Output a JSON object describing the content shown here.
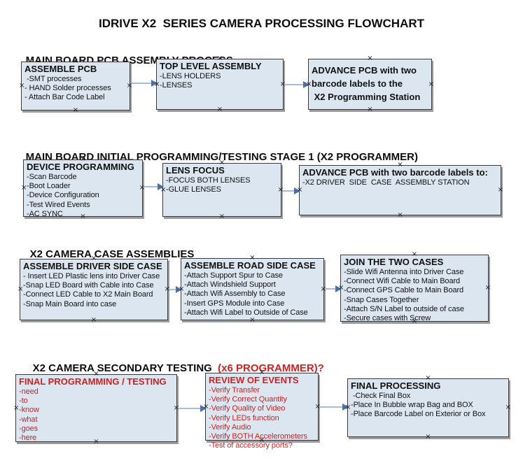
{
  "page": {
    "title": "IDRIVE X2  SERIES CAMERA PROCESSING FLOWCHART"
  },
  "glyphs": {
    "connection_x": "×"
  },
  "colors": {
    "box_fill": "#dce6f1",
    "box_border": "#3b3b3b",
    "box_shadow": "#9c9c9c",
    "red_text": "#cc2222",
    "arrow_line": "#a8bcd4",
    "arrow_head": "#4a6fa8"
  },
  "sections": [
    {
      "heading": "MAIN BOARD PCB ASSEMBLY PROCESS",
      "heading_red": "",
      "boxes": [
        {
          "title": "ASSEMBLE PCB",
          "items": [
            " -SMT processes",
            "- HAND Solder processes",
            "- Attach Bar Code Label"
          ]
        },
        {
          "title": "TOP LEVEL ASSEMBLY",
          "items": [
            "-LENS HOLDERS",
            "-LENSES"
          ]
        },
        {
          "title": "",
          "bold_lines": [
            "ADVANCE PCB with two",
            "barcode labels to the",
            " X2 Programming Station"
          ]
        }
      ]
    },
    {
      "heading": "MAIN BOARD INITIAL PROGRAMMING/TESTING STAGE 1 (X2 PROGRAMMER)",
      "heading_red": "",
      "boxes": [
        {
          "title": "DEVICE PROGRAMMING",
          "items": [
            "-Scan Barcode",
            "-Boot Loader",
            "-Device Configuration",
            "-Test Wired Events",
            "-AC SYNC"
          ]
        },
        {
          "title": "LENS FOCUS",
          "items": [
            "-FOCUS BOTH LENSES",
            "-GLUE LENSES"
          ]
        },
        {
          "title": "ADVANCE PCB with two barcode labels to:",
          "items": [
            "-X2 DRIVER  SIDE  CASE  ASSEMBLY STATION"
          ]
        }
      ]
    },
    {
      "heading": "X2 CAMERA CASE ASSEMBLIES",
      "heading_red": "",
      "boxes": [
        {
          "title": "ASSEMBLE DRIVER SIDE CASE",
          "items": [
            "- Insert LED Plastic lens into Driver Case",
            "-Snap LED Board with Cable into Case",
            "-Connect LED Cable to X2 Main Board",
            "-Snap Main Board into case"
          ]
        },
        {
          "title": "ASSEMBLE ROAD SIDE CASE",
          "items": [
            "-Attach Support Spur to Case",
            "-Attach Windshield Support",
            "-Attach Wifi Assembly to Case",
            "-Insert GPS Module into Case",
            "-Attach Wifi Label to Outside of Case"
          ]
        },
        {
          "title": "JOIN THE TWO CASES",
          "items": [
            "-Slide Wifi Antenna into Driver Case",
            "-Connect Wifi Cable to Main Board",
            "-Connect GPS Cable to Main Board",
            "-Snap Cases Together",
            "-Attach S/N Label to outside of case",
            "-Secure cases with Screw"
          ]
        }
      ]
    },
    {
      "heading": "X2 CAMERA SECONDARY TESTING  ",
      "heading_red": "(x6 PROGRAMMER)?",
      "boxes": [
        {
          "title": "FINAL PROGRAMMING / TESTING",
          "red": true,
          "items": [
            "-need",
            "-to",
            "-know",
            "-what",
            "-goes",
            "-here"
          ]
        },
        {
          "title": "REVIEW OF EVENTS",
          "red": true,
          "items": [
            "-Verify Transfer",
            "-Verify Correct Quantity",
            "-Verify Quality of Video",
            "-Verify LEDs function",
            "-Verify Audio",
            "-Verify BOTH Accelerometers",
            "-Test of accessory ports?"
          ]
        },
        {
          "title": "FINAL PROCESSING",
          "items": [
            " -Check Final Box",
            "-Place In Bubble wrap Bag and BOX",
            "-Place Barcode Label on Exterior or Box"
          ]
        }
      ]
    }
  ]
}
